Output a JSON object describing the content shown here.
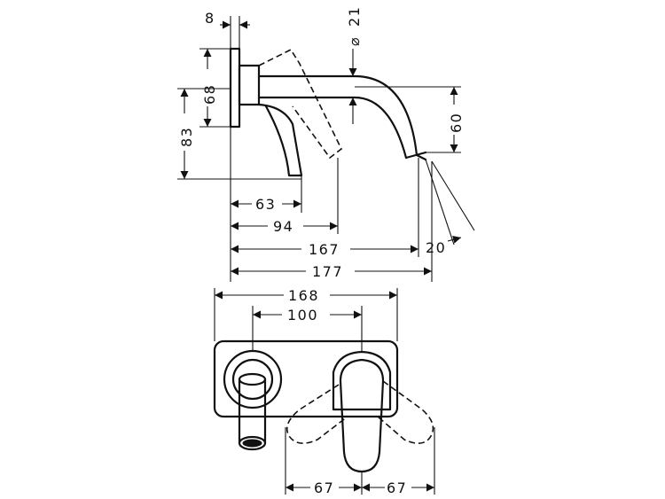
{
  "dimensions": {
    "flange_thickness": "8",
    "pipe_diameter": "21",
    "diameter_symbol": "⌀",
    "plate_height": "68",
    "outlet_height": "83",
    "spout_drop": "60",
    "lever_depth": "63",
    "lever_reach": "94",
    "spout_reach": "167",
    "total_projection": "177",
    "spout_angle": "20",
    "plate_width": "168",
    "centre_distance": "100",
    "lever_swing_left": "67",
    "lever_swing_right": "67"
  }
}
